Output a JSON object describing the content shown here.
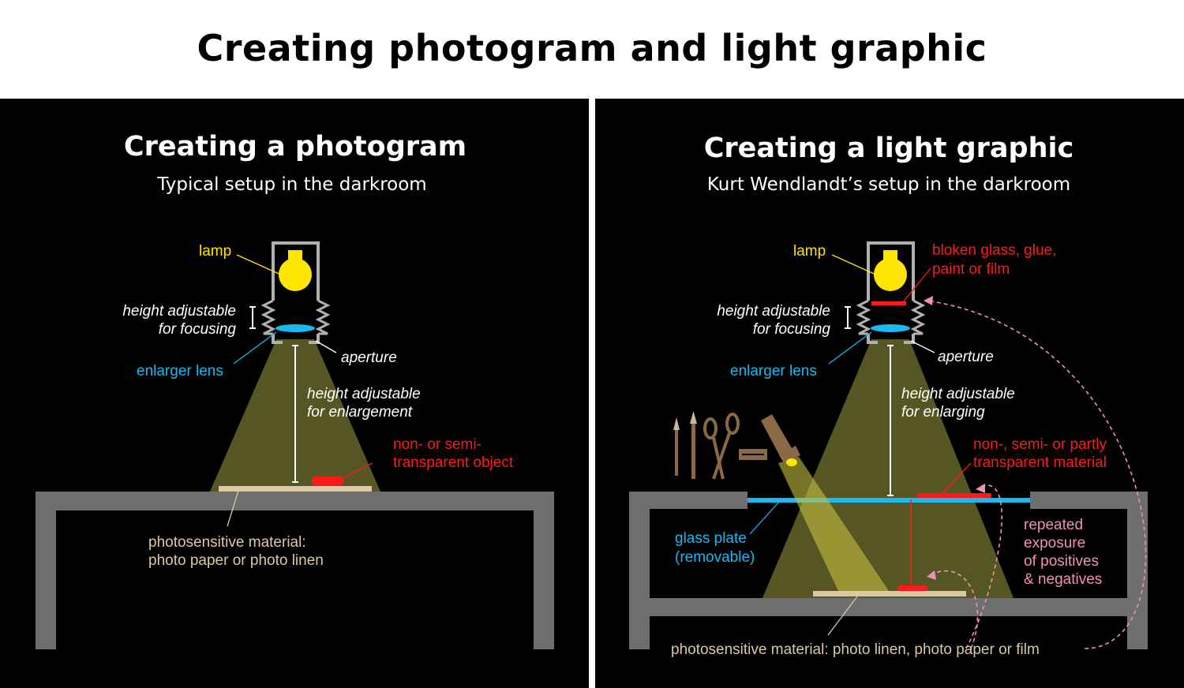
{
  "title": "Creating photogram and light graphic",
  "left": {
    "title": "Creating a photogram",
    "subtitle": "Typical setup in the darkroom",
    "labels": {
      "lamp": "lamp",
      "focus_1": "height adjustable",
      "focus_2": "for focusing",
      "lens": "enlarger lens",
      "aperture": "aperture",
      "enlarge_1": "height adjustable",
      "enlarge_2": "for enlargement",
      "object_1": "non- or semi-",
      "object_2": "transparent object",
      "photo_1": "photosensitive material:",
      "photo_2": "photo paper or photo linen"
    }
  },
  "right": {
    "title": "Creating a light graphic",
    "subtitle": "Kurt Wendlandt’s setup in the darkroom",
    "labels": {
      "lamp": "lamp",
      "glass_1": "bloken glass, glue,",
      "glass_2": "paint or film",
      "focus_1": "height adjustable",
      "focus_2": "for focusing",
      "lens": "enlarger lens",
      "aperture": "aperture",
      "enlarge_1": "height adjustable",
      "enlarge_2": "for enlarging",
      "material_1": "non-, semi- or partly",
      "material_2": "transparent material",
      "plate_1": "glass plate",
      "plate_2": "(removable)",
      "exposure_1": "repeated",
      "exposure_2": "exposure",
      "exposure_3": "of positives",
      "exposure_4": "& negatives",
      "photo": "photosensitive material: photo linen, photo paper or film"
    }
  },
  "colors": {
    "background": "#000000",
    "table": "#6e6e6e",
    "lamp_yellow": "#ffe600",
    "lens_blue": "#1ab8f0",
    "object_red": "#ff1a1a",
    "paper_tan": "#dcc7a6",
    "exposure_pink": "#f090b8",
    "light_cone": "#8a8a3a",
    "tool_brown": "#8a6a45"
  },
  "icons": [
    "bulb-icon",
    "bellows-icon",
    "scissors-icon",
    "brush-icon",
    "razor-blade-icon",
    "flashlight-icon"
  ]
}
